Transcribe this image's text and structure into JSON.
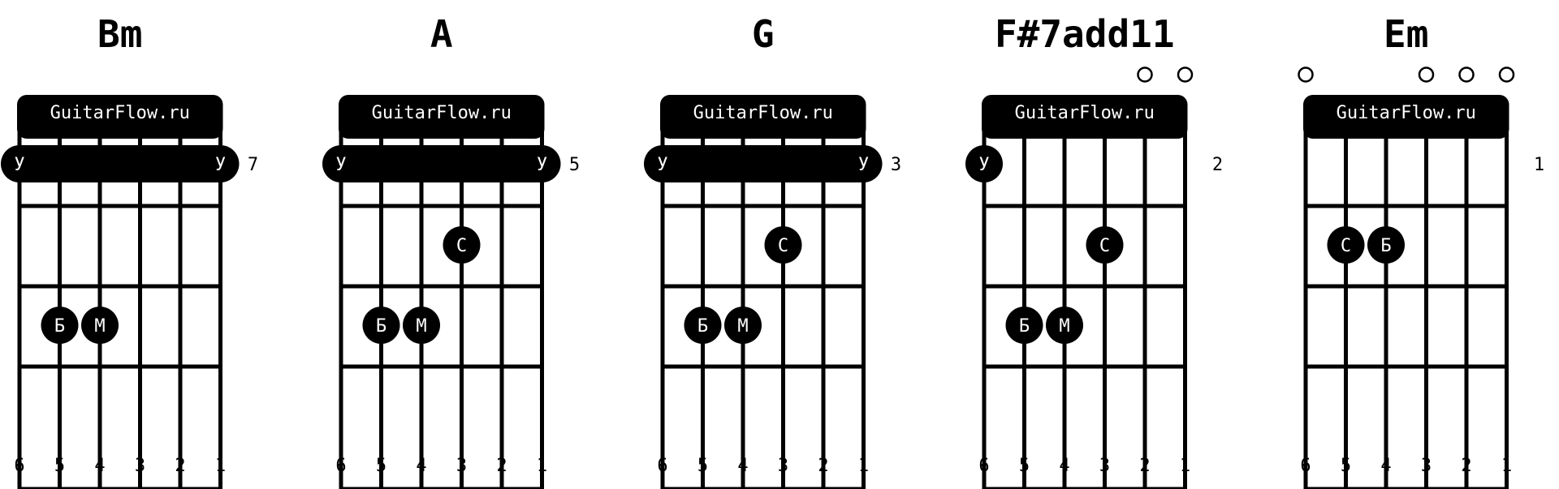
{
  "brand": "GuitarFlow.ru",
  "colors": {
    "ink": "#000000",
    "paper": "#ffffff"
  },
  "string_numbers": [
    "6",
    "5",
    "4",
    "3",
    "2",
    "1"
  ],
  "chords": [
    {
      "name": "Bm",
      "fret_number": "7",
      "barre": {
        "fret": 1,
        "from_string": 6,
        "to_string": 1,
        "labels": [
          "У",
          "У"
        ]
      },
      "open_strings": [],
      "dots": [
        {
          "string": 5,
          "fret": 3,
          "label": "Б"
        },
        {
          "string": 4,
          "fret": 3,
          "label": "М"
        }
      ]
    },
    {
      "name": "A",
      "fret_number": "5",
      "barre": {
        "fret": 1,
        "from_string": 6,
        "to_string": 1,
        "labels": [
          "У",
          "У"
        ]
      },
      "open_strings": [],
      "dots": [
        {
          "string": 3,
          "fret": 2,
          "label": "С"
        },
        {
          "string": 5,
          "fret": 3,
          "label": "Б"
        },
        {
          "string": 4,
          "fret": 3,
          "label": "М"
        }
      ]
    },
    {
      "name": "G",
      "fret_number": "3",
      "barre": {
        "fret": 1,
        "from_string": 6,
        "to_string": 1,
        "labels": [
          "У",
          "У"
        ]
      },
      "open_strings": [],
      "dots": [
        {
          "string": 3,
          "fret": 2,
          "label": "С"
        },
        {
          "string": 5,
          "fret": 3,
          "label": "Б"
        },
        {
          "string": 4,
          "fret": 3,
          "label": "М"
        }
      ]
    },
    {
      "name": "F#7add11",
      "fret_number": "2",
      "barre": null,
      "open_strings": [
        2,
        1
      ],
      "dots": [
        {
          "string": 6,
          "fret": 1,
          "label": "У"
        },
        {
          "string": 3,
          "fret": 2,
          "label": "С"
        },
        {
          "string": 5,
          "fret": 3,
          "label": "Б"
        },
        {
          "string": 4,
          "fret": 3,
          "label": "М"
        }
      ]
    },
    {
      "name": "Em",
      "fret_number": "1",
      "barre": null,
      "open_strings": [
        6,
        3,
        2,
        1
      ],
      "dots": [
        {
          "string": 5,
          "fret": 2,
          "label": "С"
        },
        {
          "string": 4,
          "fret": 2,
          "label": "Б"
        }
      ]
    }
  ]
}
